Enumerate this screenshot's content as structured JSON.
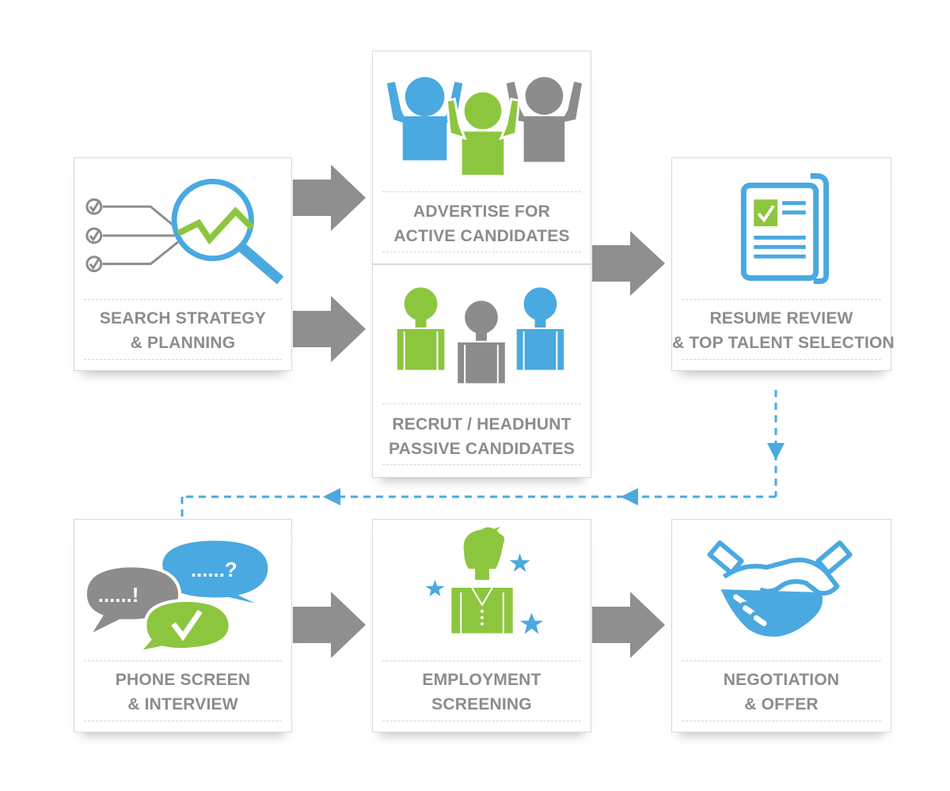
{
  "colors": {
    "blue": "#4aa9e0",
    "green": "#8cc63f",
    "gray": "#8c8c8c",
    "arrow": "#8f8f8f",
    "text": "#8c8c8c"
  },
  "steps": [
    {
      "id": "search",
      "lines": [
        "SEARCH STRATEGY",
        "& PLANNING"
      ],
      "icon": "magnifier-chart-icon"
    },
    {
      "id": "advertise",
      "lines": [
        "ADVERTISE FOR",
        "ACTIVE CANDIDATES"
      ],
      "icon": "cheering-people-icon"
    },
    {
      "id": "recruit",
      "lines": [
        "RECRUT / HEADHUNT",
        "PASSIVE CANDIDATES"
      ],
      "icon": "candidates-icon"
    },
    {
      "id": "resume",
      "lines": [
        "RESUME REVIEW",
        "& TOP TALENT SELECTION"
      ],
      "icon": "resume-document-icon"
    },
    {
      "id": "phone",
      "lines": [
        "PHONE SCREEN",
        "& INTERVIEW"
      ],
      "icon": "speech-bubbles-icon"
    },
    {
      "id": "employment",
      "lines": [
        "EMPLOYMENT",
        "SCREENING"
      ],
      "icon": "star-person-icon"
    },
    {
      "id": "negotiation",
      "lines": [
        "NEGOTIATION",
        "& OFFER"
      ],
      "icon": "handshake-icon"
    }
  ],
  "bubbles": {
    "left": "......!",
    "right": "......?"
  }
}
